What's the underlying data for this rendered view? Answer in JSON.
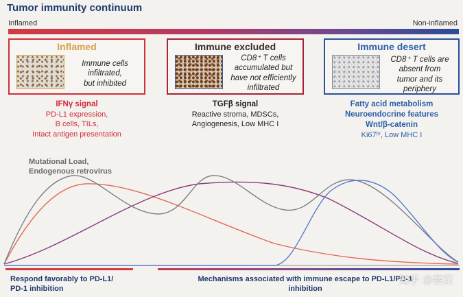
{
  "title": "Tumor immunity continuum",
  "axis": {
    "left": "Inflamed",
    "right": "Non-inflamed"
  },
  "boxes": {
    "inflamed": {
      "title": "Inflamed",
      "lines": [
        "Immune cells",
        "infiltrated,",
        "but inhibited"
      ]
    },
    "excluded": {
      "title": "Immune excluded",
      "lines": [
        "CD8⁺ T cells",
        "accumulated but",
        "have not efficiently",
        "infiltrated"
      ]
    },
    "desert": {
      "title": "Immune desert",
      "lines": [
        "CD8⁺ T cells are",
        "absent from",
        "tumor and its",
        "periphery"
      ]
    }
  },
  "features": {
    "inflamed": {
      "head": "IFNγ signal",
      "lines": [
        "PD-L1 expression,",
        "B cells, TILs,",
        "Intact antigen presentation"
      ]
    },
    "excluded": {
      "head": "TGFβ signal",
      "lines": [
        "Reactive stroma, MDSCs,",
        "Angiogenesis, Low MHC I"
      ]
    },
    "desert": {
      "head_lines": [
        "Fatty acid metabolism",
        "Neuroendocrine features",
        "Wnt/β-catenin"
      ],
      "lines": [
        "Ki67ʰⁱ, Low MHC I"
      ]
    }
  },
  "mutational_label": [
    "Mutational Load,",
    "Endogenous retrovirus"
  ],
  "bottom": {
    "left": [
      "Respond favorably to PD-L1/",
      "PD-1 inhibition"
    ],
    "right": [
      "Mechanisms associated with immune escape to PD-L1/PD-1",
      "inhibition"
    ]
  },
  "watermark": "知乎 @菱菜",
  "colors": {
    "inflamed": "#d12e3a",
    "excluded": "#a8213a",
    "desert": "#2a4f9a",
    "curve_red": "#e06a5a",
    "curve_purple": "#8a3a7a",
    "curve_gray": "#7a7f88",
    "curve_blue": "#5a7ad0"
  }
}
